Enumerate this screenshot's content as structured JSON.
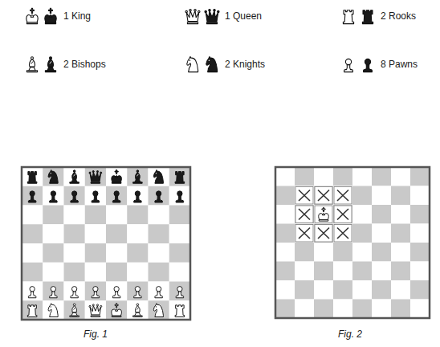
{
  "diagram": {
    "labels": [
      "1 King",
      "1 Queen",
      "2 Rooks",
      "2 Bishops",
      "2 Knights",
      "8 Pawns",
      "Fig. 1",
      "Fig. 2"
    ]
  }
}
